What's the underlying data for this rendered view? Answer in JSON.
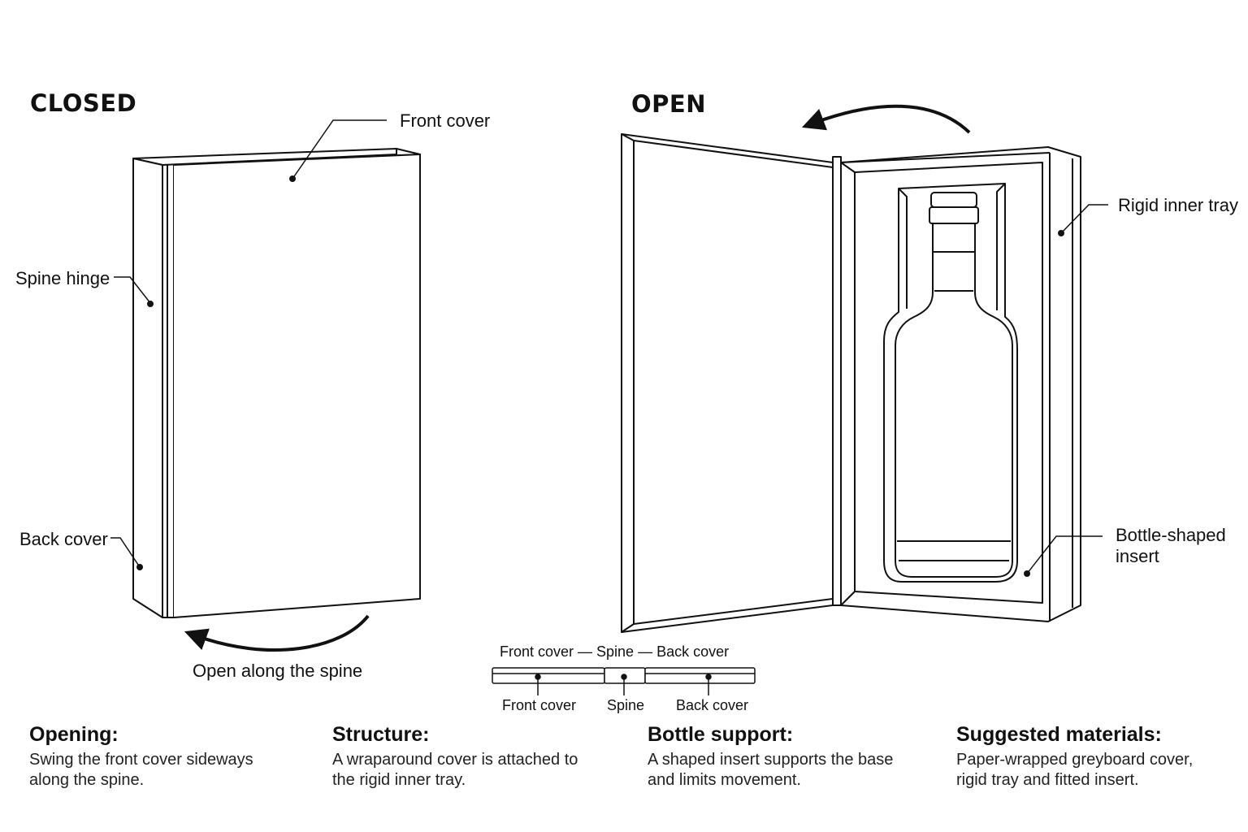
{
  "closed": {
    "heading": "CLOSED",
    "labels": {
      "front_cover": "Front cover",
      "spine_hinge": "Spine hinge",
      "back_cover": "Back cover"
    },
    "arrow_caption": "Open along the spine"
  },
  "open": {
    "heading": "OPEN",
    "labels": {
      "rigid_tray": "Rigid inner tray",
      "insert_line1": "Bottle-shaped",
      "insert_line2": "insert"
    }
  },
  "flat_layout": {
    "top_line": "Front cover — Spine — Back cover",
    "parts": [
      "Front cover",
      "Spine",
      "Back cover"
    ]
  },
  "notes": [
    {
      "title": "Opening:",
      "body": "Swing the front cover sideways along the spine."
    },
    {
      "title": "Structure:",
      "body": "A wraparound cover is attached to the rigid inner tray."
    },
    {
      "title": "Bottle support:",
      "body": "A shaped insert supports the base and limits movement."
    },
    {
      "title": "Suggested materials:",
      "body": "Paper-wrapped greyboard cover, rigid tray and fitted insert."
    }
  ]
}
